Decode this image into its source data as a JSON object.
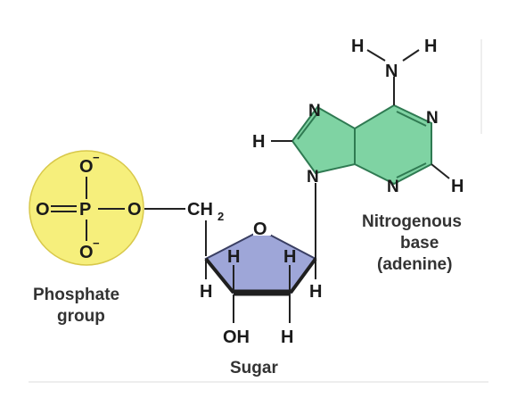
{
  "colors": {
    "phosphate_fill": "#f6ef7c",
    "phosphate_stroke": "#d8c84a",
    "sugar_fill": "#9ea6d8",
    "sugar_stroke": "#3a3f63",
    "base_fill": "#7fd3a3",
    "base_stroke": "#2f7a52",
    "frame": "#dcdcdc"
  },
  "phosphate": {
    "o_top": "O",
    "o_top_charge": "−",
    "o_left": "O",
    "p": "P",
    "o_right": "O",
    "o_bottom": "O",
    "o_bottom_charge": "−",
    "caption_line1": "Phosphate",
    "caption_line2": "group"
  },
  "sugar": {
    "ch": "CH",
    "ch_sub": "2",
    "ring_o": "O",
    "h_inner_left": "H",
    "h_inner_right": "H",
    "h_outer_left": "H",
    "h_outer_right": "H",
    "oh": "OH",
    "h_bottom": "H",
    "caption": "Sugar"
  },
  "base": {
    "amine_h_left": "H",
    "amine_h_right": "H",
    "amine_n": "N",
    "n_top": "N",
    "n_right": "N",
    "n_bottom": "N",
    "n_glyco": "N",
    "h_left": "H",
    "h_right": "H",
    "caption_line1": "Nitrogenous",
    "caption_line2": "base",
    "caption_line3": "(adenine)"
  }
}
